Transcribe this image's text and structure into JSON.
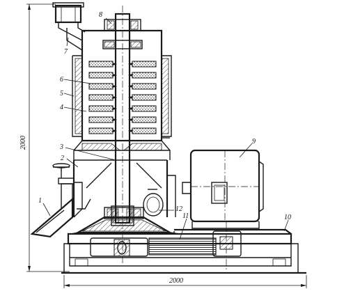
{
  "labels": {
    "l1": "1",
    "l2": "2",
    "l3": "3",
    "l4": "4",
    "l5": "5",
    "l6": "6",
    "l7": "7",
    "l8": "8",
    "l9": "9",
    "l10": "10",
    "l11": "11",
    "l12": "12"
  },
  "dimensions": {
    "height": "2000",
    "width": "2000"
  }
}
